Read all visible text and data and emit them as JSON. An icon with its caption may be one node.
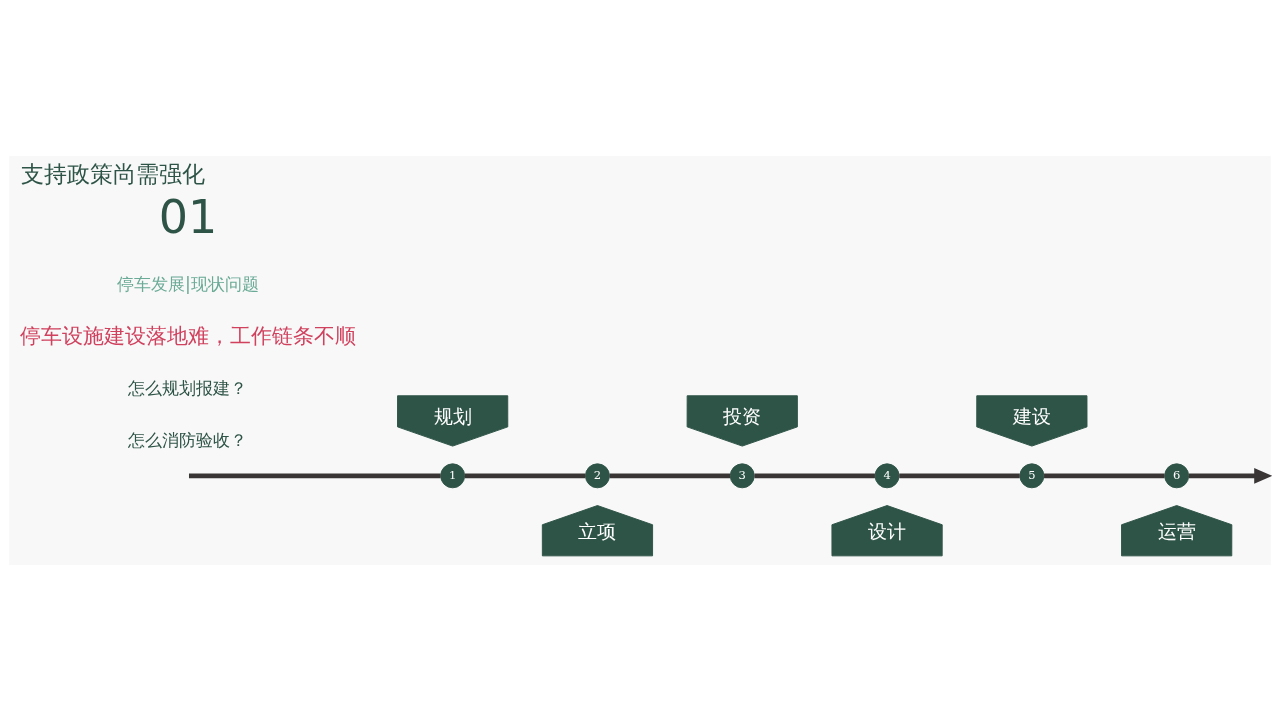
{
  "diagram": {
    "title": "支持政策尚需强化",
    "nodes": [
      {
        "text": [
          "规划"
        ]
      },
      {
        "text": [
          "立项"
        ]
      },
      {
        "text": [
          "投资"
        ]
      },
      {
        "text": [
          "设计"
        ]
      },
      {
        "text": [
          "建设"
        ]
      },
      {
        "text": [
          "运营"
        ]
      },
      {
        "text": [
          "1"
        ]
      },
      {
        "text": [
          "2"
        ]
      },
      {
        "text": [
          "3"
        ]
      },
      {
        "text": [
          "4"
        ]
      },
      {
        "text": [
          "5"
        ]
      },
      {
        "text": [
          "6"
        ]
      }
    ],
    "edges": [
      {
        "from": null,
        "to": 6,
        "arrow": "none"
      },
      {
        "from": 6,
        "to": 7,
        "arrow": "none"
      },
      {
        "from": 7,
        "to": 8,
        "arrow": "none"
      },
      {
        "from": 8,
        "to": 9,
        "arrow": "none"
      },
      {
        "from": 9,
        "to": 10,
        "arrow": "none"
      },
      {
        "from": 10,
        "to": 11,
        "arrow": "none"
      },
      {
        "from": 11,
        "to": null,
        "arrow": "to"
      }
    ],
    "labels": [
      "01",
      "停车发展|现状问题",
      "停车设施建设落地难，工作链条不顺",
      "怎么规划报建？",
      "怎么消防验收？"
    ]
  }
}
